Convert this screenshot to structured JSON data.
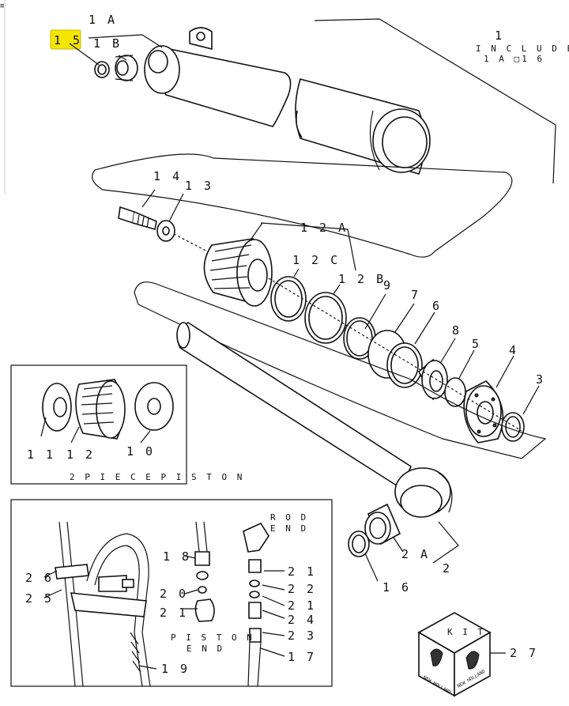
{
  "callouts": {
    "c1": "1",
    "c1a_top": "1 A",
    "c1b": "1 B",
    "c15_top": "1 5",
    "c14": "1 4",
    "c13": "1 3",
    "c12a": "1 2 A",
    "c12c": "1 2 C",
    "c12b": "1 2 B",
    "c9": "9",
    "c7": "7",
    "c6": "6",
    "c8": "8",
    "c5": "5",
    "c4": "4",
    "c3": "3",
    "c11": "1 1",
    "c12": "1 2",
    "c10": "1 0",
    "c2a": "2 A",
    "c2": "2",
    "c16": "1 6",
    "c26": "2 6",
    "c25": "2 5",
    "c18": "1 8",
    "c20": "2 0",
    "c21a": "2 1",
    "c19": "1 9",
    "c21b": "2 1",
    "c22": "2 2",
    "c21c": "2 1",
    "c24": "2 4",
    "c23": "2 3",
    "c17": "1 7",
    "c27": "2 7"
  },
  "notes": {
    "includes_1": "I N C L U D E S",
    "includes_2": "1 A □1 6",
    "two_piece": "2   P I E C E   P I S T O N",
    "rod_end_1": "R O D",
    "rod_end_2": "E N D",
    "piston_end_1": "P I S T O N",
    "piston_end_2": "E N D",
    "kit": "K I T",
    "brand": "NEW HOLLAND"
  },
  "colors": {
    "highlight": "#f5e600",
    "highlight_border": "#c8b800",
    "ink": "#111111"
  }
}
